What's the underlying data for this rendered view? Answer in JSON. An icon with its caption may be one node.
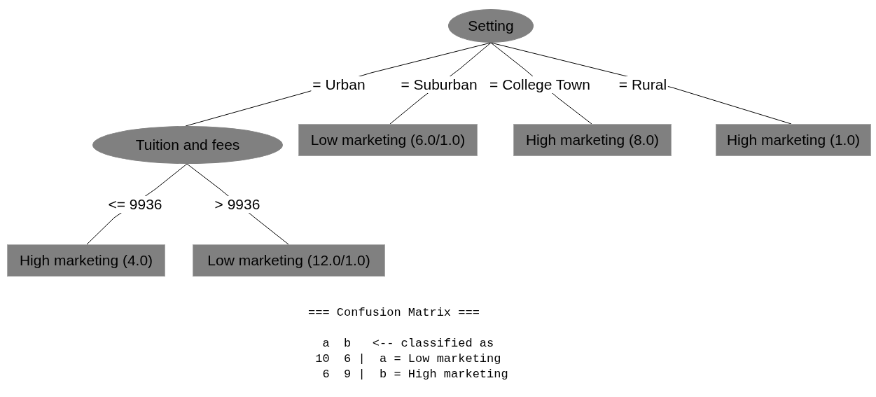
{
  "diagram": {
    "nodes": [
      {
        "text": [
          "Setting"
        ]
      },
      {
        "text": [
          "Tuition and fees"
        ]
      },
      {
        "text": [
          "Low marketing (6.0/1.0)"
        ]
      },
      {
        "text": [
          "High marketing (8.0)"
        ]
      },
      {
        "text": [
          "High marketing (1.0)"
        ]
      },
      {
        "text": [
          "High marketing (4.0)"
        ]
      },
      {
        "text": [
          "Low marketing (12.0/1.0)"
        ]
      }
    ],
    "edges": [
      {
        "from": 0,
        "to": 1,
        "arrow": "none",
        "label": "= Urban"
      },
      {
        "from": 0,
        "to": 2,
        "arrow": "none",
        "label": "= Suburban"
      },
      {
        "from": 0,
        "to": 3,
        "arrow": "none",
        "label": "= College Town"
      },
      {
        "from": 0,
        "to": 4,
        "arrow": "none",
        "label": "= Rural"
      },
      {
        "from": 1,
        "to": 5,
        "arrow": "none",
        "label": "<= 9936"
      },
      {
        "from": 1,
        "to": 6,
        "arrow": "none",
        "label": "> 9936"
      }
    ],
    "labels": [
      "=== Confusion Matrix ===",
      "  a  b   <-- classified as",
      " 10  6 |  a = Low marketing",
      "  6  9 |  b = High marketing"
    ]
  }
}
